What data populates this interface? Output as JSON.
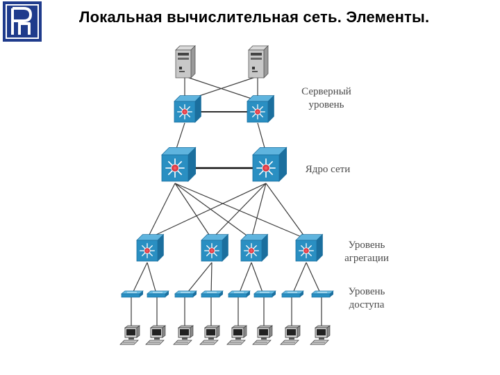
{
  "title": "Локальная вычислительная сеть. Элементы.",
  "logo": {
    "icon": "hse-logo-icon",
    "color": "#1f3b8c"
  },
  "levels": {
    "server": [
      "Серверный",
      "уровень"
    ],
    "core": [
      "Ядро сети"
    ],
    "aggregation": [
      "Уровень",
      "агрегации"
    ],
    "access": [
      "Уровень",
      "доступа"
    ]
  },
  "colors": {
    "device": "#2a8fc2",
    "device_dark": "#1b6f9e",
    "switch_center": "#d9283c",
    "link": "#3a3a3a",
    "trunk": "#111111"
  },
  "devices": {
    "servers": 2,
    "server_switches": 2,
    "core_switches": 2,
    "aggregation_switches": 4,
    "access_switches": 8,
    "workstations": 8
  }
}
